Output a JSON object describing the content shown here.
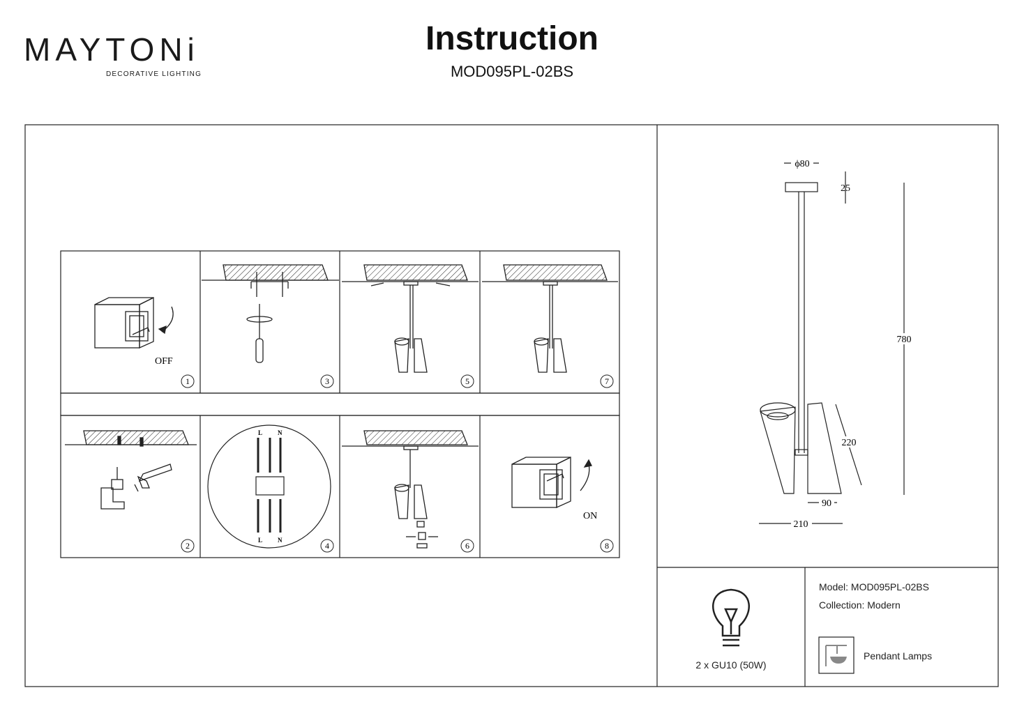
{
  "header": {
    "brand": "MAYTONi",
    "brand_tagline": "DECORATIVE LIGHTING",
    "title": "Instruction",
    "model_code": "MOD095PL-02BS"
  },
  "steps": [
    {
      "number": "1",
      "label": "OFF"
    },
    {
      "number": "2"
    },
    {
      "number": "3"
    },
    {
      "number": "4"
    },
    {
      "number": "5"
    },
    {
      "number": "6"
    },
    {
      "number": "7"
    },
    {
      "number": "8",
      "label": "ON"
    }
  ],
  "wiring": {
    "top_labels": [
      "L",
      "N"
    ],
    "bottom_labels": [
      "L",
      "N"
    ]
  },
  "dimensions": {
    "canopy_diameter": "ϕ80",
    "canopy_height": "25",
    "total_height": "780",
    "shade_length": "220",
    "shade_width": "90",
    "total_width": "210"
  },
  "lamp": {
    "spec": "2 x GU10 (50W)",
    "icon": "light-bulb-icon"
  },
  "info": {
    "model": "Model: MOD095PL-02BS",
    "collection": "Collection: Modern",
    "category": "Pendant Lamps",
    "category_icon": "pendant-lamp-icon"
  }
}
